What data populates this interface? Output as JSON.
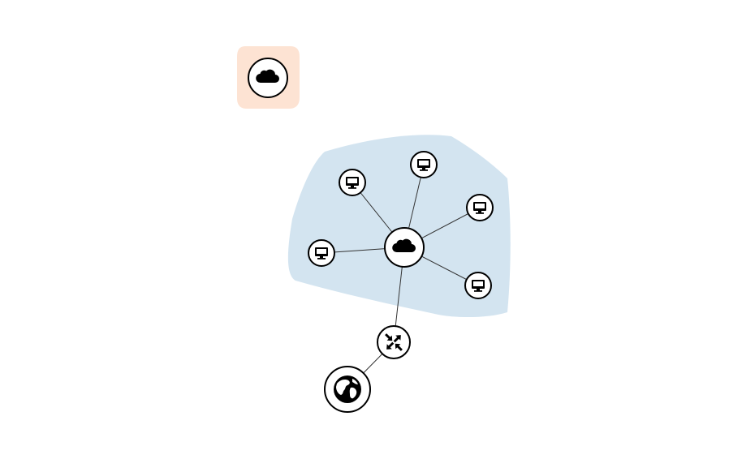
{
  "colors": {
    "background": "#ffffff",
    "isolated_region_fill": "#fde3d3",
    "network_region_fill": "#d3e4f0",
    "node_fill": "#ffffff",
    "node_stroke": "#000000",
    "link_stroke": "#333333",
    "icon_fill": "#000000"
  },
  "regions": [
    {
      "id": "isolated-network",
      "fill_key": "isolated_region_fill"
    },
    {
      "id": "private-network",
      "fill_key": "network_region_fill"
    }
  ],
  "nodes": [
    {
      "id": "isolated-cloud",
      "icon": "cloud-icon",
      "interactable": true
    },
    {
      "id": "network-cloud",
      "icon": "cloud-icon",
      "interactable": true
    },
    {
      "id": "workstation-1",
      "icon": "monitor-icon",
      "interactable": true
    },
    {
      "id": "workstation-2",
      "icon": "monitor-icon",
      "interactable": true
    },
    {
      "id": "workstation-3",
      "icon": "monitor-icon",
      "interactable": true
    },
    {
      "id": "workstation-4",
      "icon": "monitor-icon",
      "interactable": true
    },
    {
      "id": "workstation-5",
      "icon": "monitor-icon",
      "interactable": true
    },
    {
      "id": "router",
      "icon": "router-icon",
      "interactable": true
    },
    {
      "id": "internet",
      "icon": "globe-icon",
      "interactable": true
    }
  ],
  "links": [
    {
      "from": "network-cloud",
      "to": "workstation-1"
    },
    {
      "from": "network-cloud",
      "to": "workstation-2"
    },
    {
      "from": "network-cloud",
      "to": "workstation-3"
    },
    {
      "from": "network-cloud",
      "to": "workstation-4"
    },
    {
      "from": "network-cloud",
      "to": "workstation-5"
    },
    {
      "from": "network-cloud",
      "to": "router"
    },
    {
      "from": "router",
      "to": "internet"
    }
  ]
}
